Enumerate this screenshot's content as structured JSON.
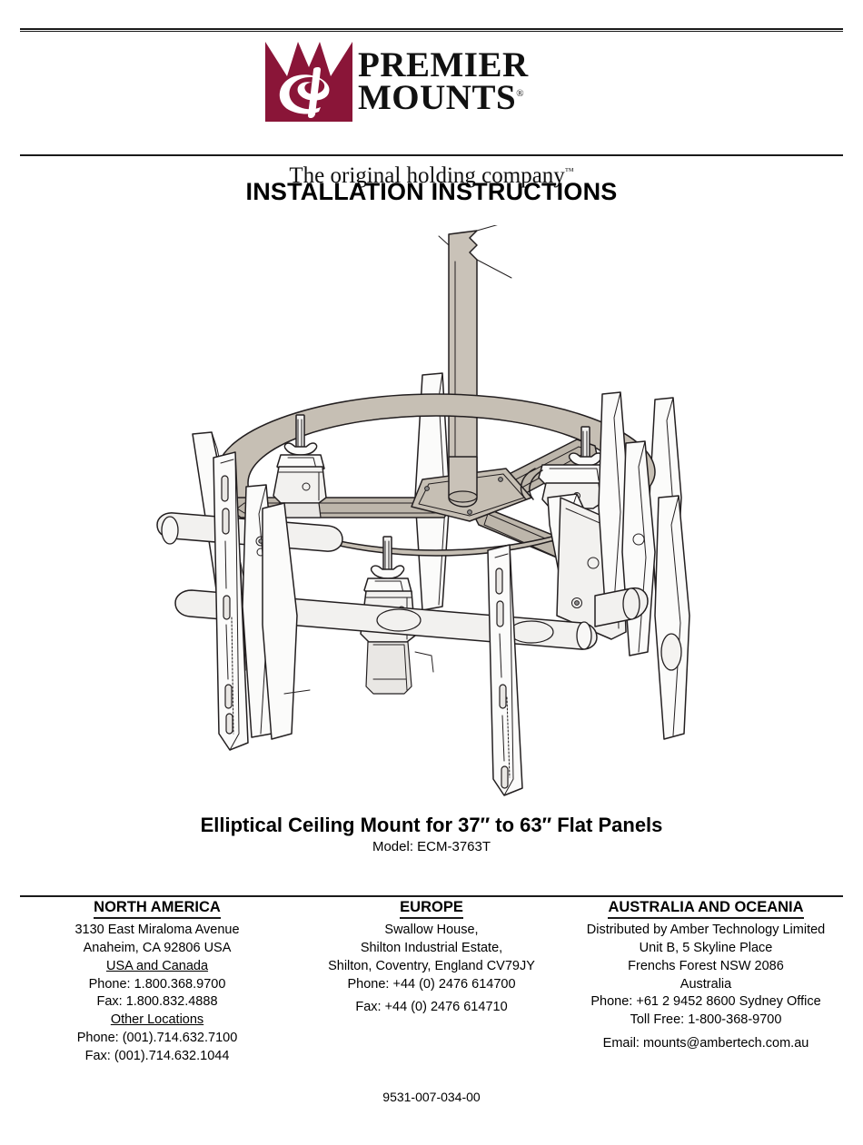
{
  "brand": {
    "logo_icon": "premier-mounts-p-monogram",
    "word_top": "PREMIER",
    "word_bottom": "MOUNTS",
    "registered_mark": "®",
    "tagline": "The original holding company",
    "trademark_mark": "™",
    "logo_color": "#8a1538",
    "text_color": "#111111"
  },
  "header": {
    "title": "INSTALLATION INSTRUCTIONS"
  },
  "product": {
    "title": "Elliptical Ceiling Mount for 37″ to 63″ Flat Panels",
    "model_line": "Model: ECM-3763T"
  },
  "illustration": {
    "name": "elliptical-ceiling-mount-assembly-diagram",
    "metal_fill": "#c6bfb4",
    "pole_fill": "#c9c2b8",
    "light_fill": "#f4f3f1",
    "line_color": "#231f20"
  },
  "footer": {
    "columns": [
      {
        "heading": "NORTH AMERICA",
        "lines": [
          {
            "text": "3130 East Miraloma Avenue",
            "underline": false,
            "gap": false
          },
          {
            "text": "Anaheim, CA 92806 USA",
            "underline": false,
            "gap": false
          },
          {
            "text": "USA and Canada",
            "underline": true,
            "gap": false
          },
          {
            "text": "Phone: 1.800.368.9700",
            "underline": false,
            "gap": false
          },
          {
            "text": "Fax: 1.800.832.4888",
            "underline": false,
            "gap": false
          },
          {
            "text": "Other Locations",
            "underline": true,
            "gap": false
          },
          {
            "text": "Phone: (001).714.632.7100",
            "underline": false,
            "gap": false
          },
          {
            "text": "Fax: (001).714.632.1044",
            "underline": false,
            "gap": false
          }
        ]
      },
      {
        "heading": "EUROPE",
        "lines": [
          {
            "text": "Swallow House,",
            "underline": false,
            "gap": false
          },
          {
            "text": "Shilton Industrial Estate,",
            "underline": false,
            "gap": false
          },
          {
            "text": "Shilton, Coventry, England CV79JY",
            "underline": false,
            "gap": false
          },
          {
            "text": "Phone: +44 (0) 2476 614700",
            "underline": false,
            "gap": false
          },
          {
            "text": "Fax: +44 (0) 2476 614710",
            "underline": false,
            "gap": true
          }
        ]
      },
      {
        "heading": "AUSTRALIA AND OCEANIA",
        "lines": [
          {
            "text": "Distributed by Amber Technology Limited",
            "underline": false,
            "gap": false
          },
          {
            "text": "Unit B, 5 Skyline Place",
            "underline": false,
            "gap": false
          },
          {
            "text": "Frenchs Forest NSW 2086",
            "underline": false,
            "gap": false
          },
          {
            "text": "Australia",
            "underline": false,
            "gap": false
          },
          {
            "text": "Phone: +61 2 9452 8600 Sydney Office",
            "underline": false,
            "gap": false
          },
          {
            "text": "Toll Free: 1-800-368-9700",
            "underline": false,
            "gap": false
          },
          {
            "text": "Email: mounts@ambertech.com.au",
            "underline": false,
            "gap": true
          }
        ]
      }
    ]
  },
  "doc_number": "9531-007-034-00"
}
